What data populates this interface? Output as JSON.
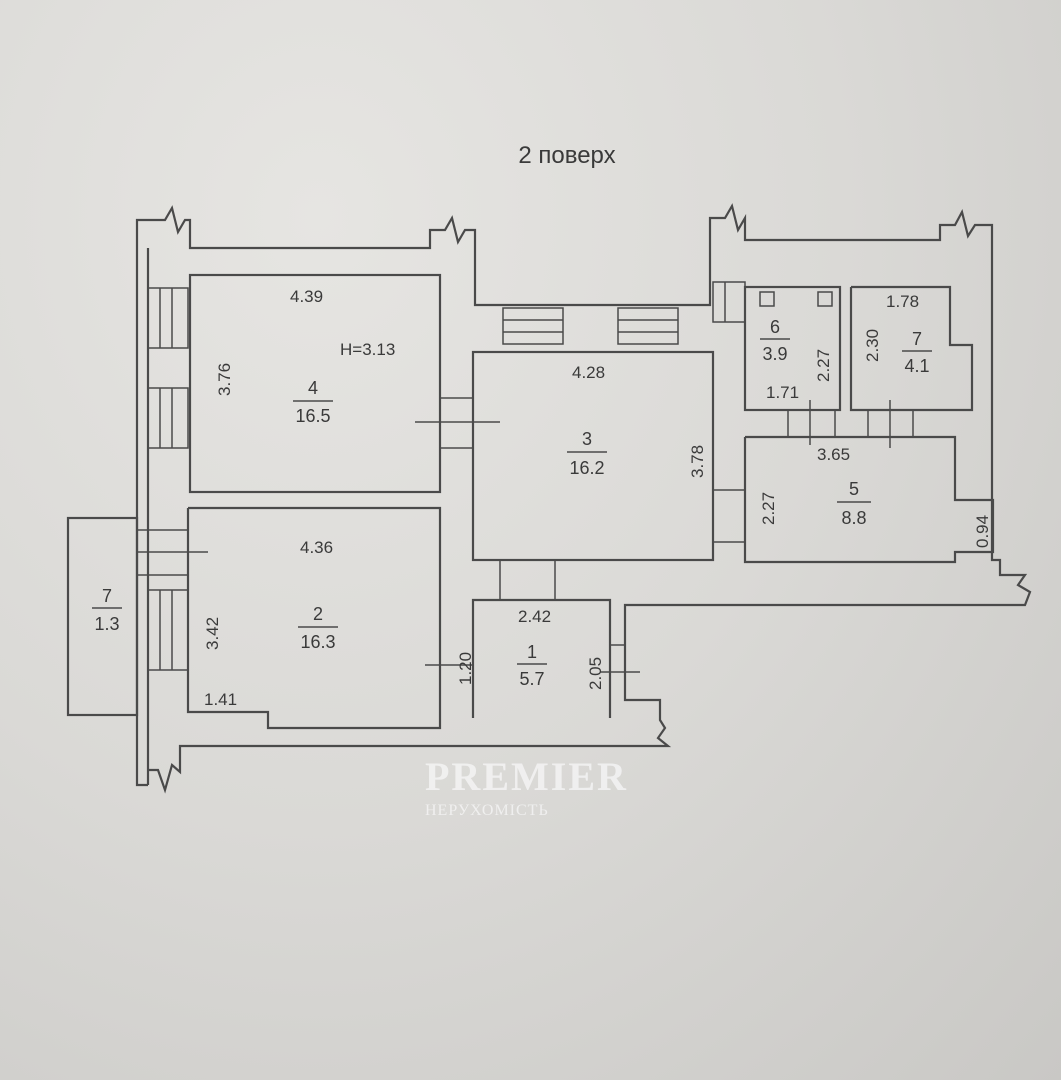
{
  "title": "2 поверх",
  "height_label": "H=3.13",
  "rooms": [
    {
      "number": "4",
      "area": "16.5",
      "dims": [
        "4.39",
        "3.76"
      ]
    },
    {
      "number": "2",
      "area": "16.3",
      "dims": [
        "4.36",
        "3.42",
        "1.41"
      ]
    },
    {
      "number": "3",
      "area": "16.2",
      "dims": [
        "4.28",
        "3.78"
      ]
    },
    {
      "number": "1",
      "area": "5.7",
      "dims": [
        "2.42",
        "1.20",
        "2.05"
      ]
    },
    {
      "number": "6",
      "area": "3.9",
      "dims": [
        "2.27",
        "1.71"
      ]
    },
    {
      "number": "7",
      "area": "4.1",
      "dims": [
        "1.78",
        "2.30"
      ]
    },
    {
      "number": "5",
      "area": "8.8",
      "dims": [
        "3.65",
        "2.27",
        "0.94"
      ]
    },
    {
      "number": "7",
      "area": "1.3",
      "dims": []
    }
  ],
  "watermark": {
    "brand": "PREMIER",
    "subtitle": "НЕРУХОМІСТЬ"
  }
}
